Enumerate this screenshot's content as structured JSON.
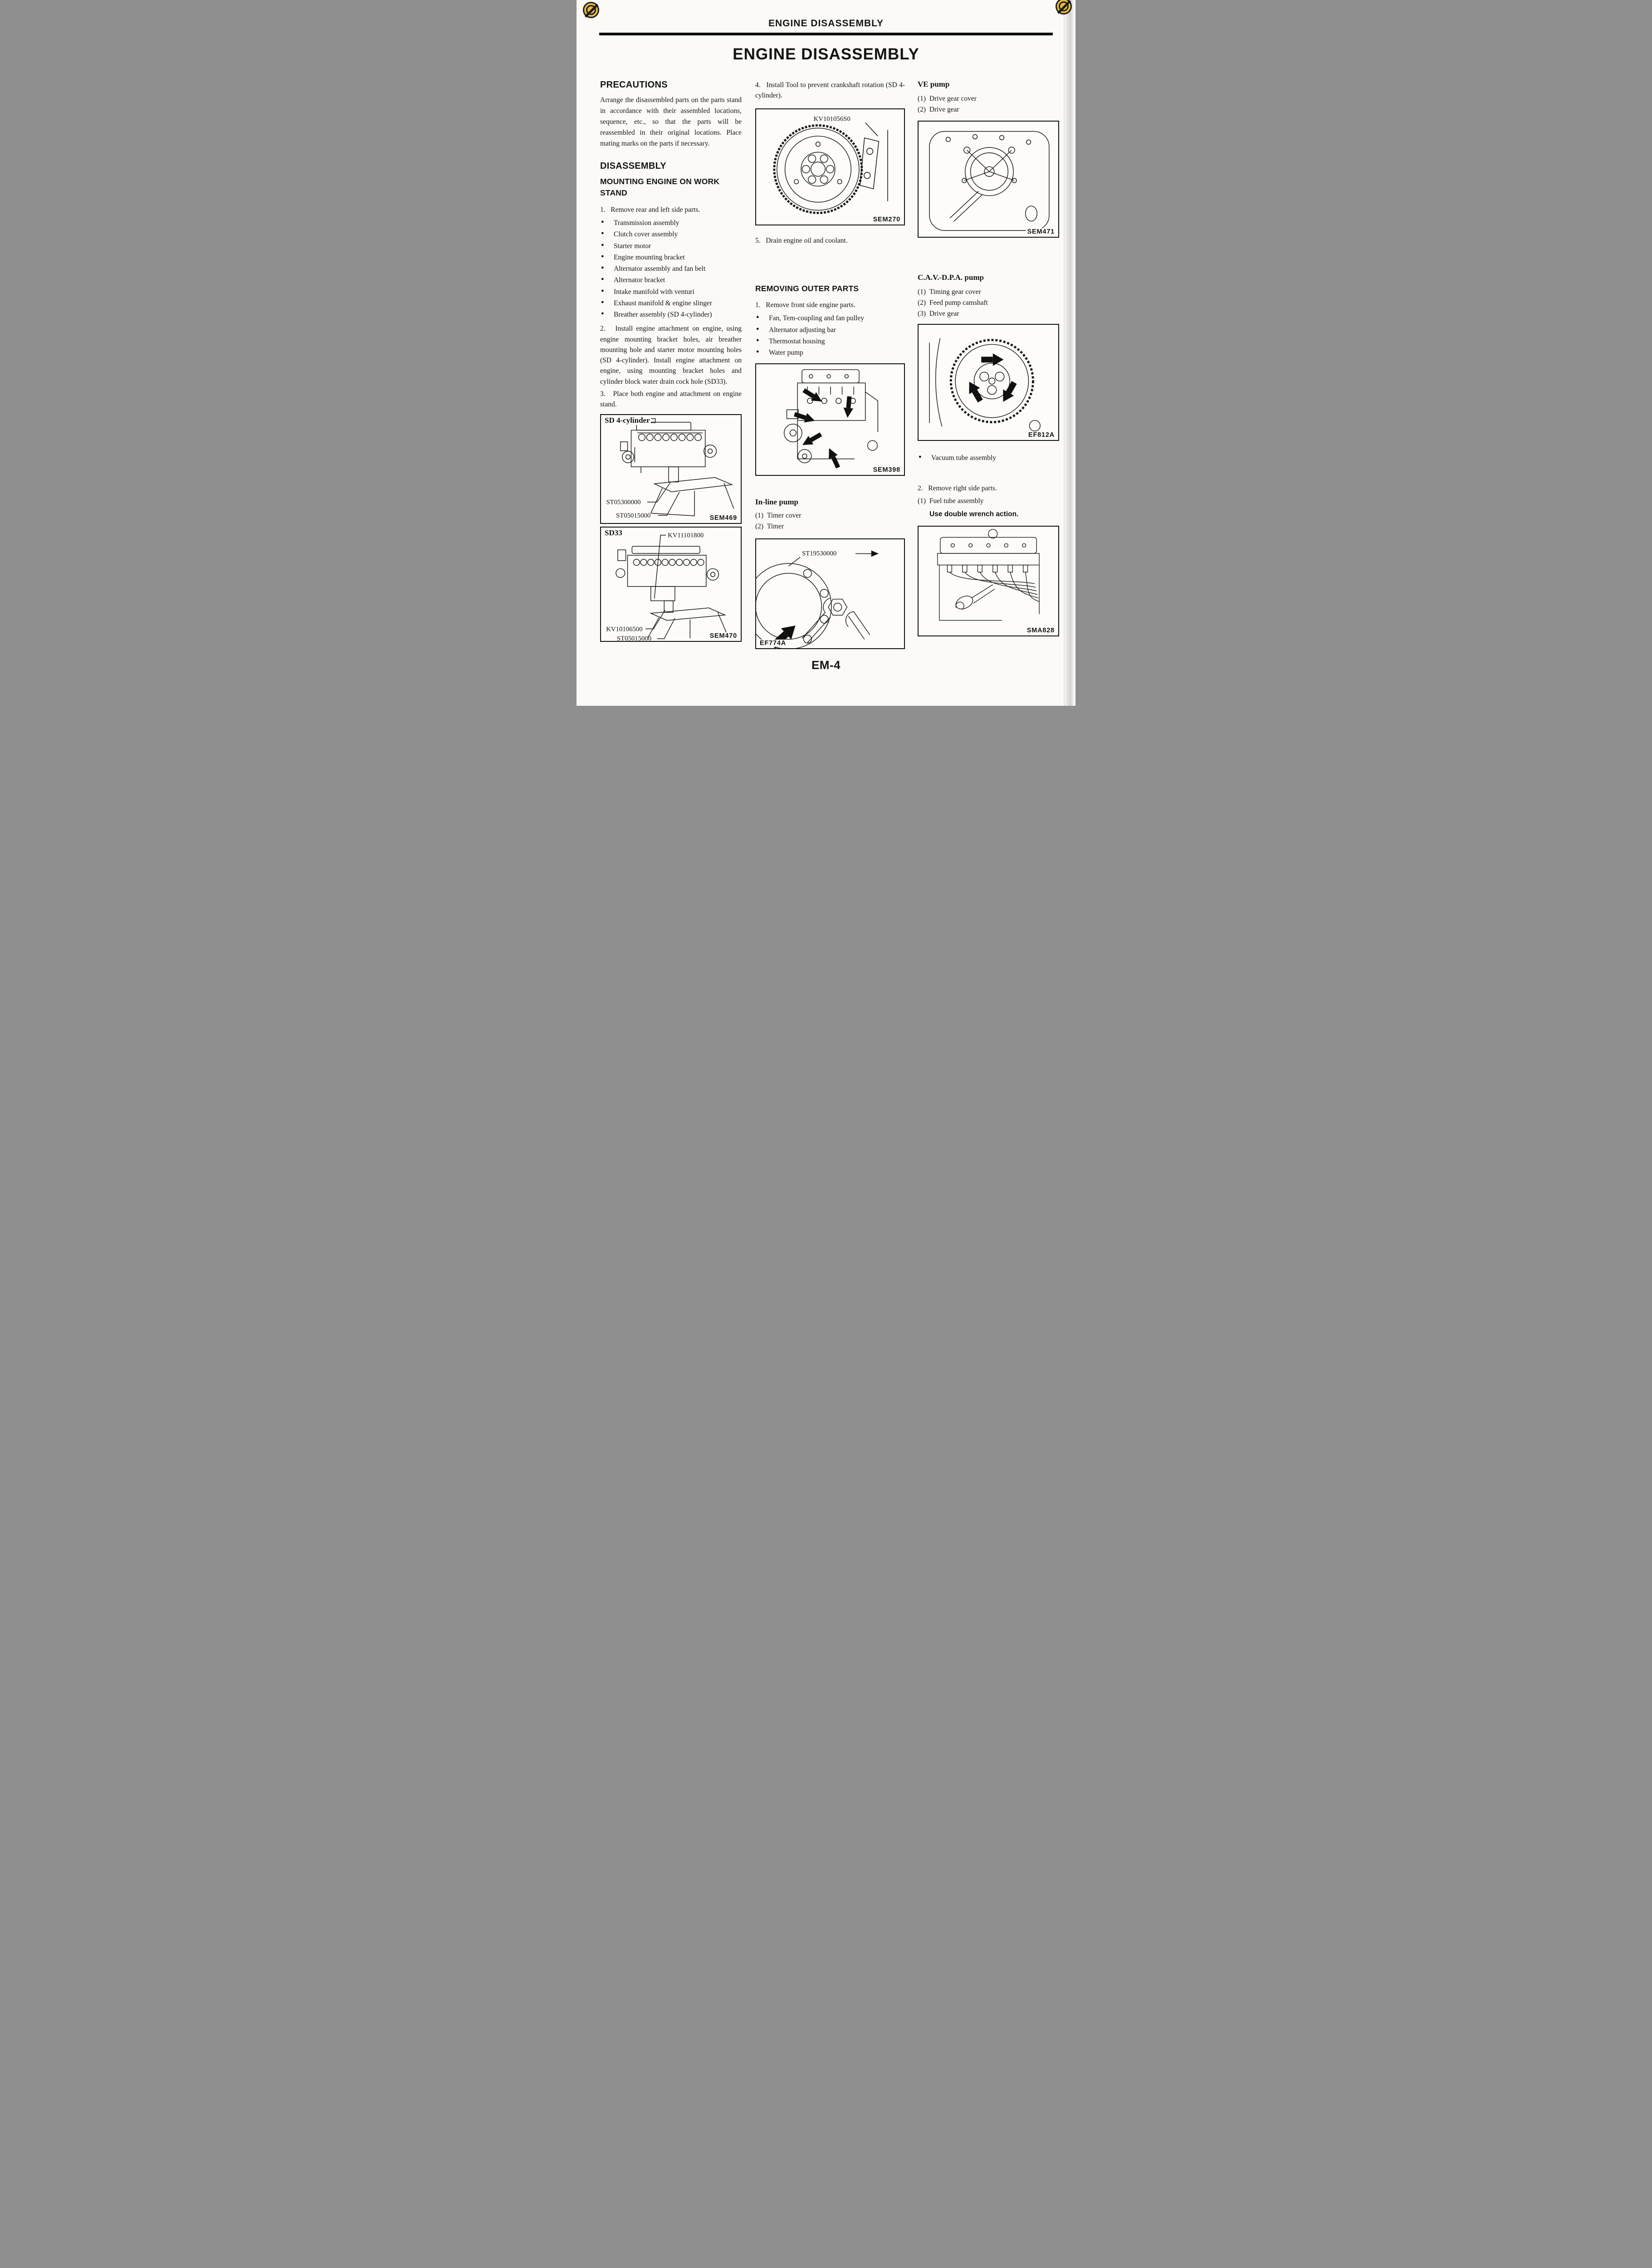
{
  "page": {
    "running_header": "ENGINE  DISASSEMBLY",
    "title": "ENGINE DISASSEMBLY",
    "footer": "EM-4"
  },
  "colors": {
    "paper": "#fbfaf6",
    "ink": "#141414",
    "punch_mark": "#e6b93f"
  },
  "left": {
    "h_precautions": "PRECAUTIONS",
    "precautions_body": "Arrange the disassembled parts on the parts stand in accordance with their assembled locations, sequence, etc., so that the parts will be reassembled in their original locations. Place mating marks on the parts if necessary.",
    "h_disassembly": "DISASSEMBLY",
    "h_mounting": "MOUNTING ENGINE ON WORK STAND",
    "step1": "1.   Remove rear and left side parts.",
    "bullets": [
      "Transmission assembly",
      "Clutch cover assembly",
      "Starter motor",
      "Engine mounting bracket",
      "Alternator assembly and fan belt",
      "Alternator bracket",
      "Intake manifold with venturi",
      "Exhaust manifold & engine slinger",
      "Breather assembly (SD 4-cylinder)"
    ],
    "step2": "2.   Install engine attachment on engine, using engine mounting bracket holes, air breather mounting hole and starter motor mounting holes (SD 4-cylinder). Install engine attachment on engine, using mounting bracket holes and cylinder block water drain cock hole (SD33).",
    "step3": "3.   Place both engine and attachment on engine stand.",
    "fig_sd4": {
      "label": "SD 4-cylinder",
      "part1": "ST05300000",
      "part2": "ST05015000",
      "code": "SEM469"
    },
    "fig_sd33": {
      "label": "SD33",
      "part_top": "KV11101800",
      "part1": "KV10106500",
      "part2": "ST05015000",
      "code": "SEM470"
    }
  },
  "middle": {
    "step4": "4.   Install Tool to prevent crankshaft rotation (SD 4-cylinder).",
    "fig_flywheel": {
      "part1": "KV101056S0",
      "code": "SEM270"
    },
    "step5": "5.   Drain engine oil and coolant.",
    "h_removing": "REMOVING OUTER PARTS",
    "step1": "1.   Remove front side engine parts.",
    "bullets": [
      "Fan, Tem-coupling and fan pulley",
      "Alternator adjusting bar",
      "Thermostat housing",
      "Water pump"
    ],
    "fig_engine": {
      "code": "SEM398"
    },
    "h_inline": "In-line pump",
    "inline_items": [
      "(1)  Timer cover",
      "(2)  Timer"
    ],
    "fig_wrench": {
      "part1": "ST19530000",
      "code": "EF774A"
    }
  },
  "right": {
    "h_ve": "VE pump",
    "ve_items": [
      "(1)  Drive gear cover",
      "(2)  Drive gear"
    ],
    "fig_ve": {
      "code": "SEM471"
    },
    "h_cav": "C.A.V.-D.P.A. pump",
    "cav_items": [
      "(1)  Timing gear cover",
      "(2)  Feed pump camshaft",
      "(3)  Drive gear"
    ],
    "fig_cav": {
      "code": "EF812A"
    },
    "vacuum_bullet": "Vacuum tube assembly",
    "step2": "2.   Remove right side parts.",
    "fuel_item": "(1)  Fuel tube assembly",
    "wrench_note": "Use double wrench action.",
    "fig_fuel": {
      "code": "SMA828"
    }
  }
}
